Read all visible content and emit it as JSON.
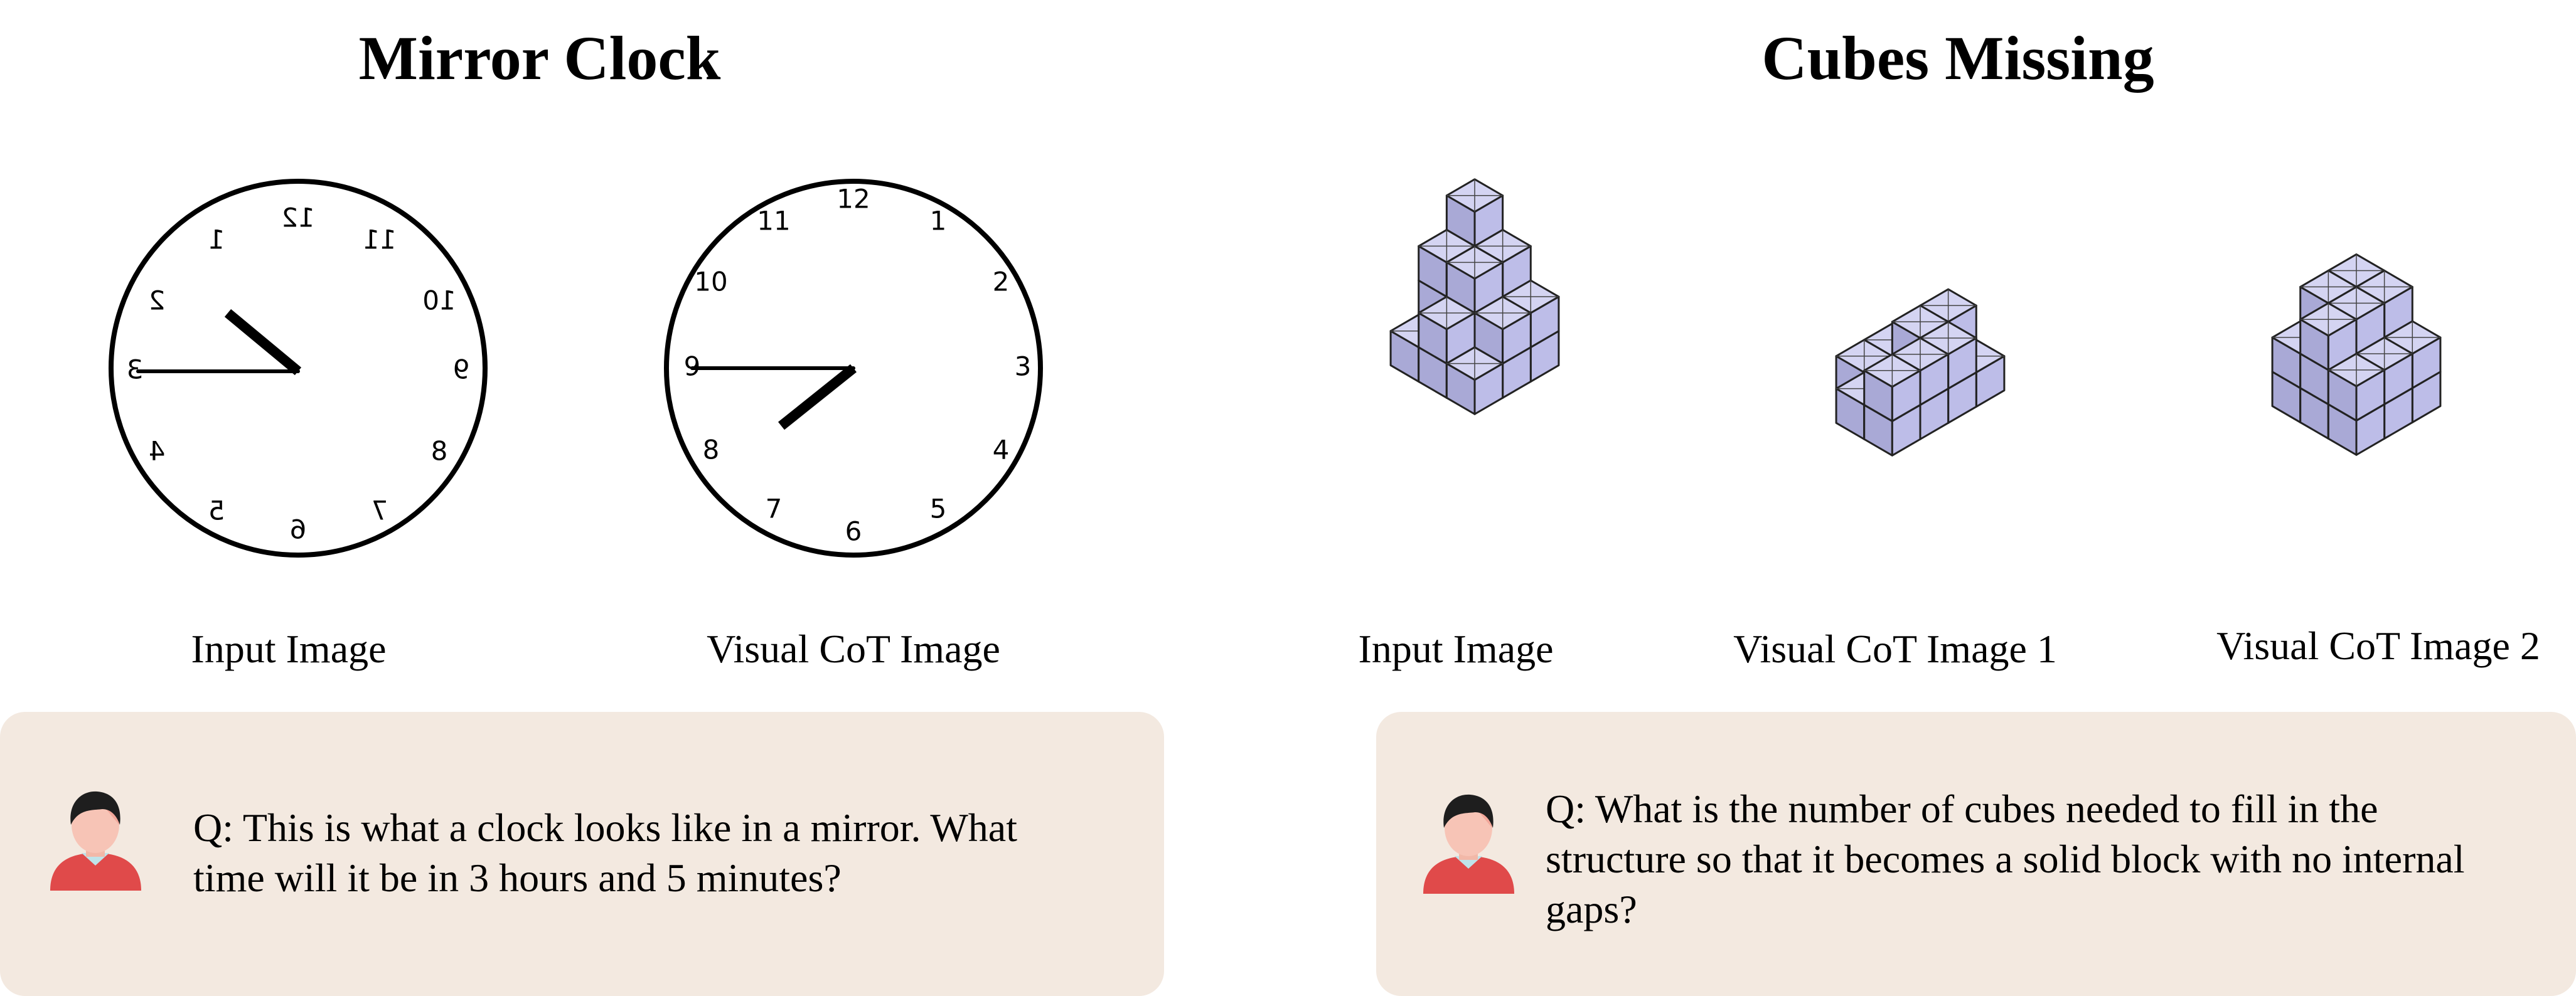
{
  "left_panel": {
    "title": "Mirror Clock",
    "input_caption": "Input Image",
    "cot_caption": "Visual CoT Image",
    "clock_numbers": [
      "12",
      "1",
      "2",
      "3",
      "4",
      "5",
      "6",
      "7",
      "8",
      "9",
      "10",
      "11"
    ],
    "question": "Q: This is what a clock looks like in a mirror. What time will it be in 3 hours and 5 minutes?"
  },
  "right_panel": {
    "title": "Cubes Missing",
    "input_caption": "Input Image",
    "cot_caption_1": "Visual CoT Image 1",
    "cot_caption_2": "Visual CoT Image 2",
    "question": "Q: What is the number of cubes needed to fill in the structure so that it becomes a solid block with no internal gaps?"
  },
  "colors": {
    "question_box": "#f3e9e0",
    "cube_top": "#d4d4f2",
    "cube_left": "#a9a9d6",
    "cube_right": "#bdbde8",
    "avatar_shirt": "#e04a4a"
  },
  "icons": [
    "user-avatar-icon"
  ]
}
